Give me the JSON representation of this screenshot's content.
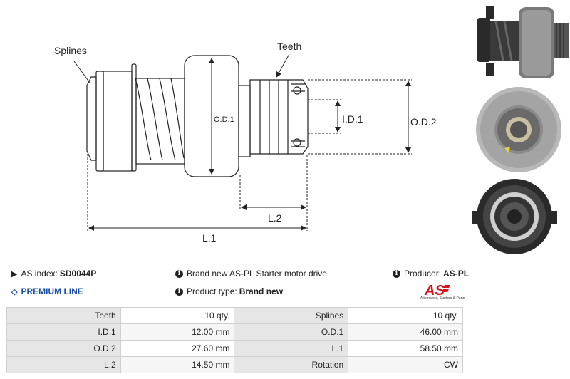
{
  "diagram": {
    "labels": {
      "splines": "Splines",
      "teeth": "Teeth",
      "od1": "O.D.1",
      "id1": "I.D.1",
      "od2": "O.D.2",
      "l2": "L.2",
      "l1": "L.1"
    }
  },
  "info": {
    "as_index_label": "AS index:",
    "as_index_value": "SD0044P",
    "premium_line": "PREMIUM LINE",
    "description": "Brand new AS-PL Starter motor drive",
    "product_type_label": "Product type:",
    "product_type_value": "Brand new",
    "producer_label": "Producer:",
    "producer_value": "AS-PL"
  },
  "logo": {
    "text": "AS",
    "tagline": "Alternators, Starters & Parts"
  },
  "specs": [
    {
      "l1": "Teeth",
      "v1": "10 qty.",
      "l2": "Splines",
      "v2": "10 qty."
    },
    {
      "l1": "I.D.1",
      "v1": "12.00 mm",
      "l2": "O.D.1",
      "v2": "46.00 mm"
    },
    {
      "l1": "O.D.2",
      "v1": "27.60 mm",
      "l2": "L.1",
      "v2": "58.50 mm"
    },
    {
      "l1": "L.2",
      "v1": "14.50 mm",
      "l2": "Rotation",
      "v2": "CW"
    }
  ],
  "colors": {
    "premium": "#1a4fa8",
    "logo_red": "#d8141d",
    "table_label_bg": "#e6e6e6"
  }
}
